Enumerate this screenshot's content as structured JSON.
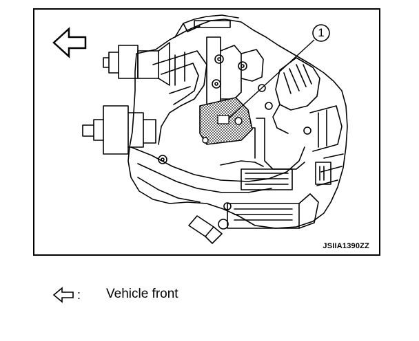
{
  "figure": {
    "figure_code": "JSIIA1390ZZ",
    "callouts": [
      {
        "number": "1"
      }
    ]
  },
  "legend": {
    "symbol_icon": "front-arrow-icon",
    "separator": ":",
    "description": "Vehicle front"
  }
}
